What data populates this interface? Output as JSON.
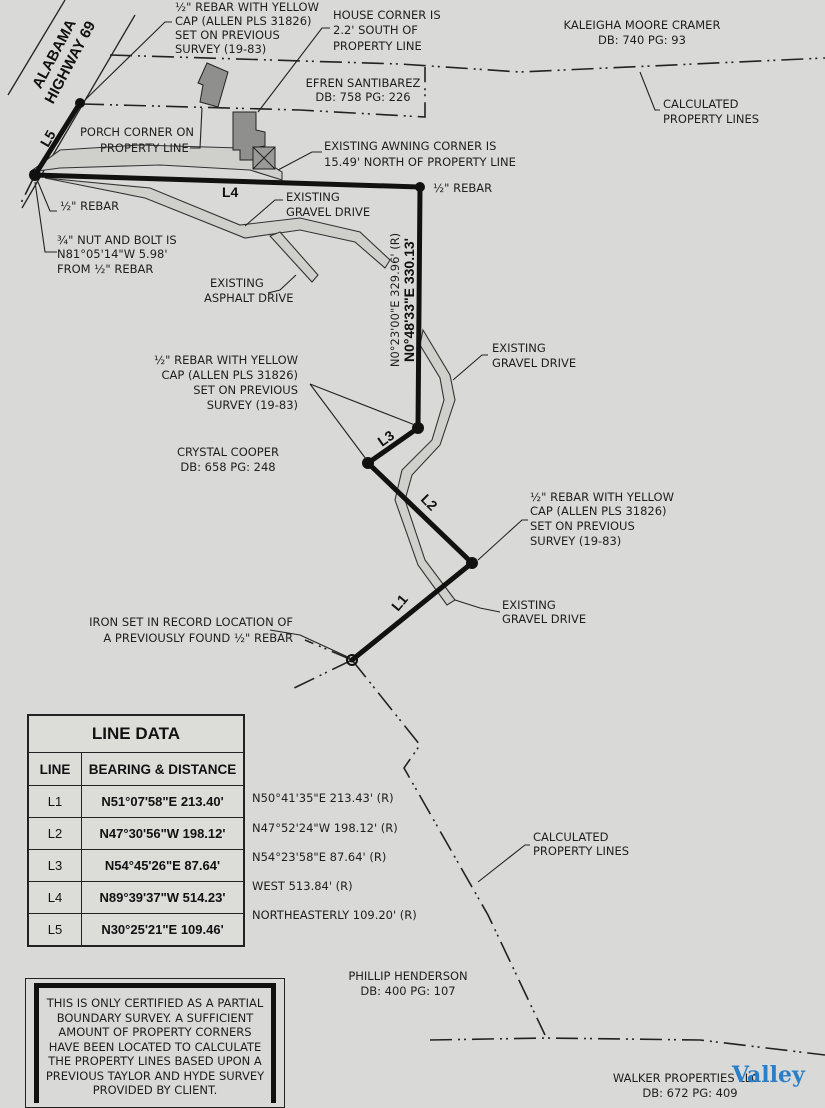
{
  "road": {
    "line1": "ALABAMA",
    "line2": "HIGHWAY 69"
  },
  "owners": {
    "kaleigha": {
      "name": "KALEIGHA MOORE CRAMER",
      "deed": "DB: 740 PG: 93"
    },
    "efren": {
      "name": "EFREN SANTIBAREZ",
      "deed": "DB: 758 PG: 226"
    },
    "crystal": {
      "name": "CRYSTAL COOPER",
      "deed": "DB: 658 PG: 248"
    },
    "phillip": {
      "name": "PHILLIP HENDERSON",
      "deed": "DB: 400 PG: 107"
    },
    "walker": {
      "name": "WALKER PROPERTIES LLC",
      "deed": "DB: 672 PG: 409"
    }
  },
  "notes": {
    "rebar_top": [
      "½\" REBAR WITH YELLOW",
      "CAP (ALLEN PLS 31826)",
      "SET ON PREVIOUS",
      "SURVEY (19-83)"
    ],
    "house_corner": [
      "HOUSE CORNER IS",
      "2.2' SOUTH OF",
      "PROPERTY LINE"
    ],
    "porch_corner": [
      "PORCH CORNER ON",
      "PROPERTY LINE"
    ],
    "awning_corner": [
      "EXISTING AWNING CORNER IS",
      "15.49' NORTH OF PROPERTY LINE"
    ],
    "rebar_ne": "½\" REBAR",
    "rebar_w": "½\" REBAR",
    "nut_bolt": [
      "¾\" NUT AND BOLT IS",
      "N81°05'14\"W 5.98'",
      "FROM ½\" REBAR"
    ],
    "gravel_drive_1": [
      "EXISTING",
      "GRAVEL DRIVE"
    ],
    "asphalt_drive": [
      "EXISTING",
      "ASPHALT DRIVE"
    ],
    "calc_lines_top": [
      "CALCULATED",
      "PROPERTY LINES"
    ],
    "east_record": "N0°23'00\"E 329.96' (R)",
    "east_measured": "N0°48'33\"E 330.13'",
    "gravel_drive_2": [
      "EXISTING",
      "GRAVEL DRIVE"
    ],
    "rebar_mid": [
      "½\" REBAR WITH YELLOW",
      "CAP (ALLEN PLS 31826)",
      "SET ON PREVIOUS",
      "SURVEY (19-83)"
    ],
    "rebar_right": [
      "½\" REBAR WITH YELLOW",
      "CAP (ALLEN PLS 31826)",
      "SET ON PREVIOUS",
      "SURVEY (19-83)"
    ],
    "gravel_drive_3": [
      "EXISTING",
      "GRAVEL DRIVE"
    ],
    "iron_set": [
      "IRON SET IN RECORD LOCATION OF",
      "A PREVIOUSLY FOUND ½\" REBAR"
    ],
    "calc_lines_bottom": [
      "CALCULATED",
      "PROPERTY LINES"
    ]
  },
  "line_labels": [
    "L1",
    "L2",
    "L3",
    "L4",
    "L5"
  ],
  "line_table": {
    "title": "LINE DATA",
    "headers": [
      "LINE",
      "BEARING & DISTANCE"
    ],
    "rows": [
      {
        "line": "L1",
        "bearing": "N51°07'58\"E 213.40'",
        "record": "N50°41'35\"E 213.43' (R)"
      },
      {
        "line": "L2",
        "bearing": "N47°30'56\"W 198.12'",
        "record": "N47°52'24\"W 198.12' (R)"
      },
      {
        "line": "L3",
        "bearing": "N54°45'26\"E 87.64'",
        "record": "N54°23'58\"E 87.64' (R)"
      },
      {
        "line": "L4",
        "bearing": "N89°39'37\"W 514.23'",
        "record": "WEST 513.84' (R)"
      },
      {
        "line": "L5",
        "bearing": "N30°25'21\"E 109.46'",
        "record": "NORTHEASTERLY 109.20' (R)"
      }
    ]
  },
  "disclaimer": "THIS IS ONLY CERTIFIED AS A PARTIAL BOUNDARY SURVEY. A SUFFICIENT AMOUNT OF PROPERTY CORNERS HAVE BEEN LOCATED TO CALCULATE THE PROPERTY LINES BASED UPON A PREVIOUS TAYLOR AND HYDE SURVEY PROVIDED BY CLIENT.",
  "watermark": "Valley"
}
